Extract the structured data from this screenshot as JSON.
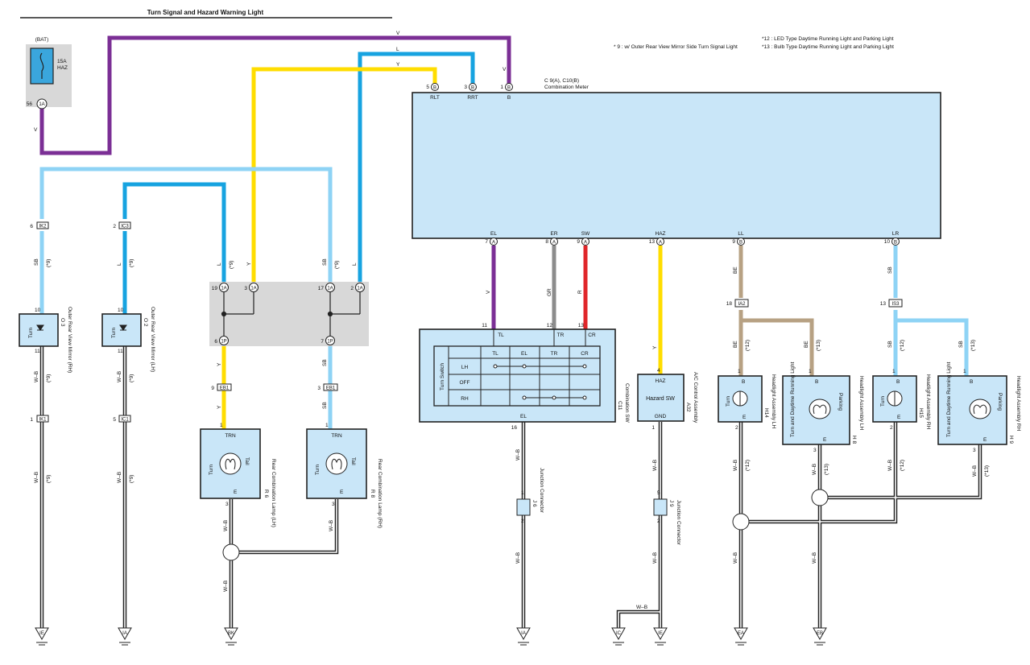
{
  "title": "Turn Signal and Hazard Warning Light",
  "notes": {
    "n9": "* 9 : w/ Outer Rear View Mirror Side Turn Signal Light",
    "n12": "*12 : LED Type Daytime Running Light and Parking Light",
    "n13": "*13 : Bulb Type Daytime Running Light and Parking Light"
  },
  "colors": {
    "V": "#7b2f95",
    "L": "#17a3e0",
    "Y": "#ffdd00",
    "SB": "#8ed3f5",
    "GR": "#8c8c8c",
    "R": "#e0262a",
    "BE": "#b7a183",
    "WB": "#222222",
    "component": "#c9e6f8",
    "splice": "#d8d8d8"
  },
  "battery": {
    "label": "(BAT)",
    "fuse_amp": "15A",
    "fuse_name": "HAZ",
    "pin": "56",
    "conn": "1A"
  },
  "meter": {
    "name": "C 9(A), C10(B)",
    "desc": "Combination Meter",
    "top_pins": [
      {
        "num": "5",
        "c": "B",
        "sig": "RLT"
      },
      {
        "num": "3",
        "c": "B",
        "sig": "RRT"
      },
      {
        "num": "1",
        "c": "B",
        "sig": "B"
      }
    ],
    "bottom_pins": [
      {
        "num": "7",
        "c": "A",
        "sig": "EL"
      },
      {
        "num": "8",
        "c": "A",
        "sig": "ER"
      },
      {
        "num": "9",
        "c": "A",
        "sig": "SW"
      },
      {
        "num": "13",
        "c": "A",
        "sig": "HAZ"
      },
      {
        "num": "9",
        "c": "B",
        "sig": "LL"
      },
      {
        "num": "10",
        "c": "B",
        "sig": "LR"
      }
    ]
  },
  "wire_labels": {
    "V": "V",
    "L": "L",
    "Y": "Y",
    "SB": "SB",
    "GR": "GR",
    "R": "R",
    "BE": "BE",
    "WB": "W–B",
    "n9": "(*9)",
    "n12": "(*12)",
    "n13": "(*13)"
  },
  "mirrors": [
    {
      "id": "O 3",
      "name": "Outer Rear View Mirror (RH)",
      "in_pin": "10",
      "out_pin": "11",
      "func": "Turn",
      "conn_in": "IK2",
      "conn_in_pin": "6",
      "conn_out": "IK1",
      "conn_out_pin": "1",
      "ground": "IE"
    },
    {
      "id": "O 2",
      "name": "Outer Rear View Mirror (LH)",
      "in_pin": "10",
      "out_pin": "11",
      "func": "Turn",
      "conn_in": "IC3",
      "conn_in_pin": "2",
      "conn_out": "IC1",
      "conn_out_pin": "5",
      "ground": "IA"
    }
  ],
  "splice": {
    "pins": [
      "19",
      "3",
      "17",
      "2"
    ],
    "conn": "1A",
    "out_conn": "1P",
    "out_pins": [
      "6",
      "7"
    ]
  },
  "rear_lamps": [
    {
      "id": "R 6",
      "name": "Rear Combination Lamp (LH)",
      "top": "TRN",
      "left": "Turn",
      "right": "Tail",
      "bottom": "E",
      "in_pin": "1",
      "out_pin": "3",
      "conn": "EB1",
      "conn_pin": "9"
    },
    {
      "id": "R 8",
      "name": "Rear Combination Lamp (RH)",
      "top": "TRN",
      "left": "Turn",
      "right": "Tail",
      "bottom": "E",
      "in_pin": "1",
      "out_pin": "3",
      "conn": "EB1",
      "conn_pin": "3"
    }
  ],
  "rear_ground": "BK",
  "combo_sw": {
    "id": "C11",
    "name": "Combination SW",
    "pins": [
      {
        "n": "11",
        "s": "TL"
      },
      {
        "n": "12",
        "s": "TR"
      },
      {
        "n": "13",
        "s": "CR"
      }
    ],
    "gnd_pin": "16",
    "gnd_sig": "EL",
    "table_title": "Turn Switch",
    "cols": [
      "TL",
      "EL",
      "TR",
      "CR"
    ],
    "rows": [
      "LH",
      "OFF",
      "RH"
    ]
  },
  "hazard_sw": {
    "id": "A32",
    "name": "A/C Control Assembly",
    "title": "Hazard SW",
    "in_pin": "4",
    "in_sig": "HAZ",
    "gnd_sig": "GND",
    "gnd_pin": "1"
  },
  "junctions": [
    {
      "id": "J 6",
      "name": "Junction Connector",
      "pins": [
        "1",
        "2"
      ],
      "ground": "IA"
    },
    {
      "id": "J 9",
      "name": "Junction Connector",
      "pins": [
        "5",
        "2"
      ],
      "grounds": [
        "IC",
        "IE"
      ]
    }
  ],
  "headlights": [
    {
      "id": "H14",
      "name": "Headlight Assembly LH",
      "func": "Turn",
      "b": "B",
      "e": "E",
      "in_pin": "1",
      "out_pin": "2"
    },
    {
      "id": "H 8",
      "name": "Headlight Assembly LH",
      "func": "Turn and Daytime Running Light",
      "func2": "Parking",
      "b": "B",
      "e": "E",
      "in_pin": "1",
      "out_pin": "3"
    },
    {
      "id": "H15",
      "name": "Headlight Assembly RH",
      "func": "Turn",
      "b": "B",
      "e": "E",
      "in_pin": "1",
      "out_pin": "2"
    },
    {
      "id": "H 9",
      "name": "Headlight Assembly RH",
      "func": "Turn and Daytime Running Light",
      "func2": "Parking",
      "b": "B",
      "e": "E",
      "in_pin": "1",
      "out_pin": "3"
    }
  ],
  "hl_conns": [
    {
      "n": "18",
      "c": "IA2"
    },
    {
      "n": "13",
      "c": "IS3"
    }
  ],
  "hl_grounds": [
    "EA",
    "EB"
  ]
}
